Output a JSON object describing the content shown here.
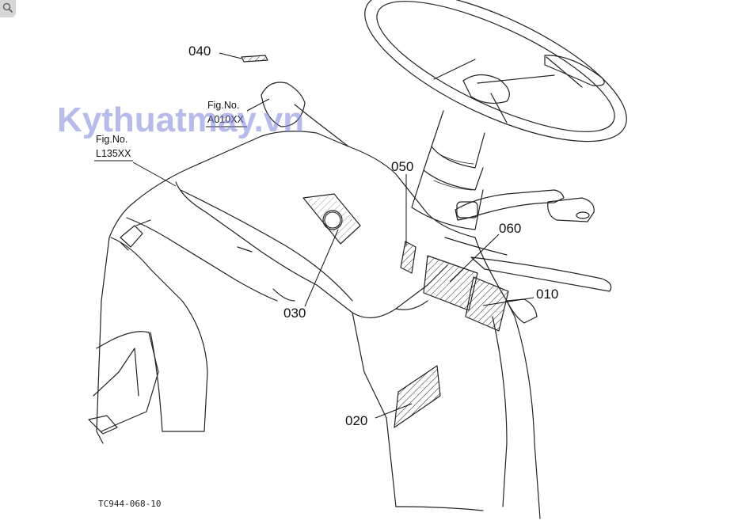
{
  "watermark": "Kythuatmay.vn",
  "figure_refs": [
    {
      "caption": "Fig.No.",
      "number": "A010XX"
    },
    {
      "caption": "Fig.No.",
      "number": "L135XX"
    }
  ],
  "parts": [
    {
      "id": "040"
    },
    {
      "id": "050"
    },
    {
      "id": "060"
    },
    {
      "id": "010"
    },
    {
      "id": "030"
    },
    {
      "id": "020"
    }
  ],
  "drawing_code": "TC944-068-10",
  "icons": {
    "corner_button": "magnifier-icon"
  }
}
